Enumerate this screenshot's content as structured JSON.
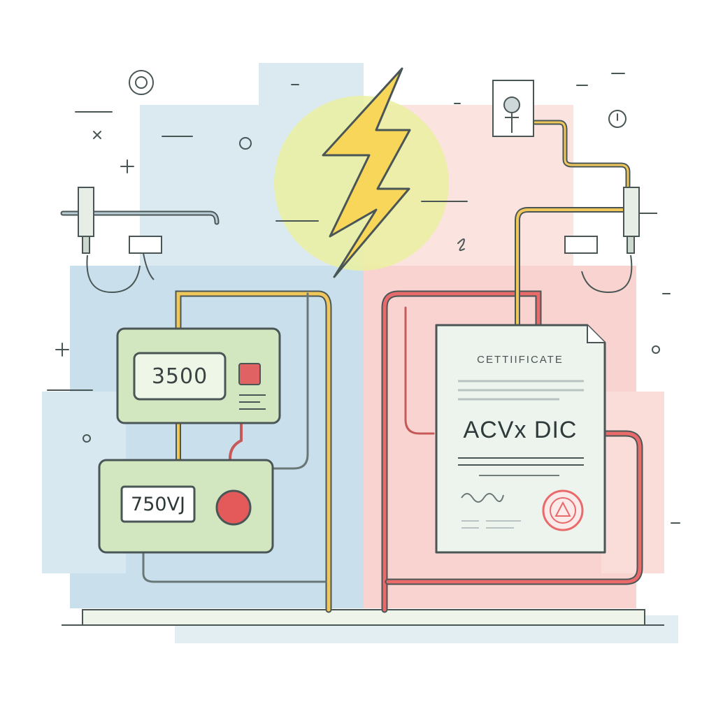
{
  "meters": {
    "upper_display": "3500",
    "lower_display": "750VJ"
  },
  "certificate": {
    "title": "CETTIIFICATE",
    "code": "ACVx DIC"
  },
  "icons": [
    "lightning-bolt-icon",
    "certificate-seal-icon",
    "warning-triangle-icon",
    "plus-icon",
    "cross-icon",
    "target-icon",
    "clock-icon",
    "plug-icon"
  ],
  "colors": {
    "left_background": "#c9e0ec",
    "right_background": "#f8d3cf",
    "glow": "#eaf0a0",
    "bolt": "#f8d65a",
    "meter_body": "#d2e6c0",
    "yellow_cable": "#f0c75a",
    "red_cable": "#e86a6a",
    "outline": "#4a5656"
  }
}
